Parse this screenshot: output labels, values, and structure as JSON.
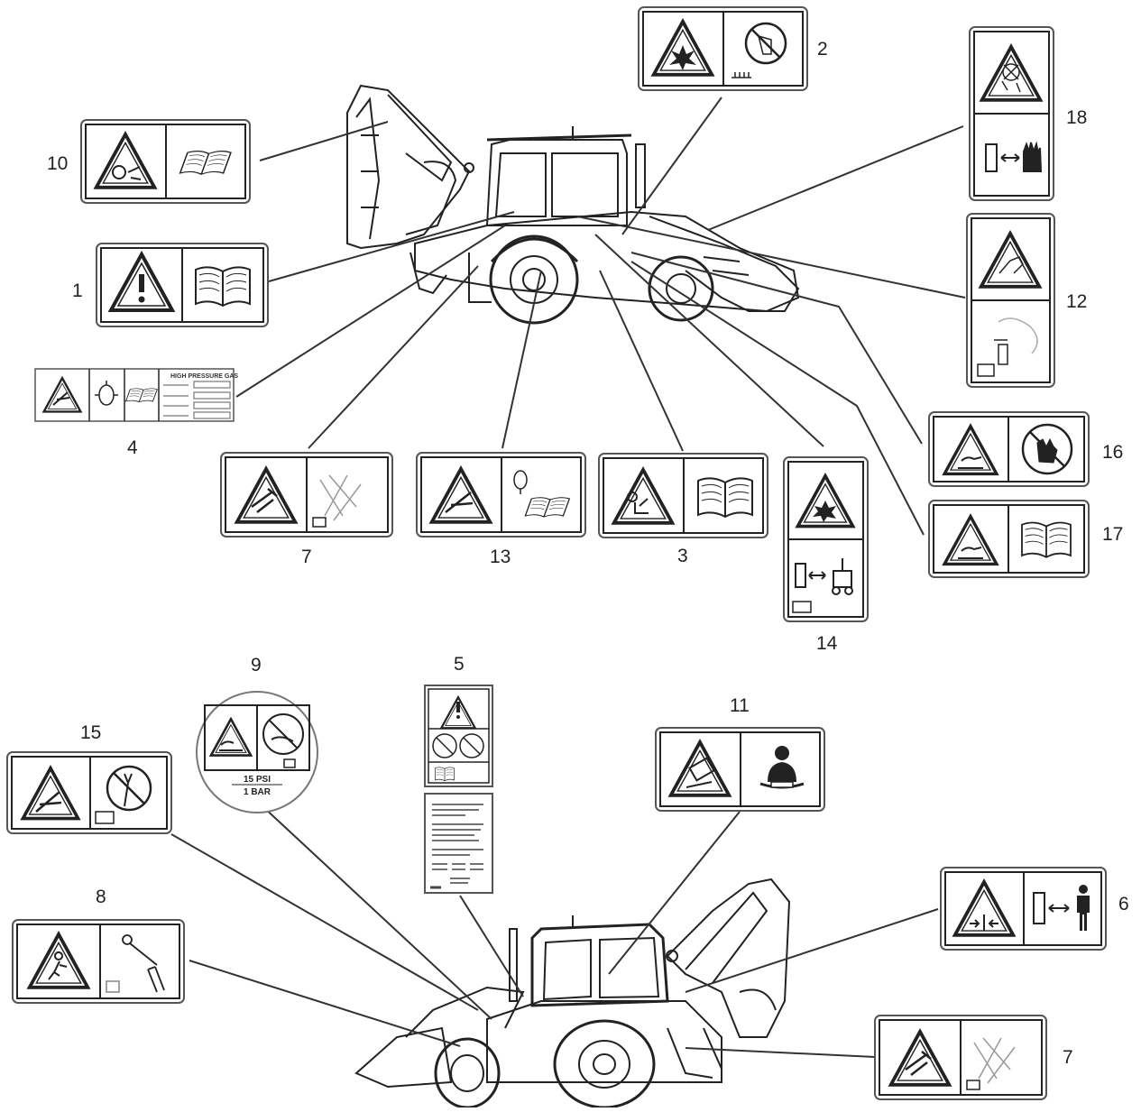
{
  "diagram": {
    "callouts": [
      {
        "id": "1",
        "label": "1"
      },
      {
        "id": "2",
        "label": "2"
      },
      {
        "id": "3",
        "label": "3"
      },
      {
        "id": "4",
        "label": "4"
      },
      {
        "id": "5",
        "label": "5"
      },
      {
        "id": "6",
        "label": "6"
      },
      {
        "id": "7a",
        "label": "7"
      },
      {
        "id": "7b",
        "label": "7"
      },
      {
        "id": "8",
        "label": "8"
      },
      {
        "id": "9",
        "label": "9"
      },
      {
        "id": "10",
        "label": "10"
      },
      {
        "id": "11",
        "label": "11"
      },
      {
        "id": "12",
        "label": "12"
      },
      {
        "id": "13",
        "label": "13"
      },
      {
        "id": "14",
        "label": "14"
      },
      {
        "id": "15",
        "label": "15"
      },
      {
        "id": "16",
        "label": "16"
      },
      {
        "id": "17",
        "label": "17"
      },
      {
        "id": "18",
        "label": "18"
      }
    ],
    "decal_4_heading": "HIGH PRESSURE GAS",
    "decal_9_pressure_psi": "15 PSI",
    "decal_9_pressure_bar": "1 BAR"
  },
  "colors": {
    "line": "#333333",
    "decal_border": "#555555",
    "background": "#ffffff"
  }
}
